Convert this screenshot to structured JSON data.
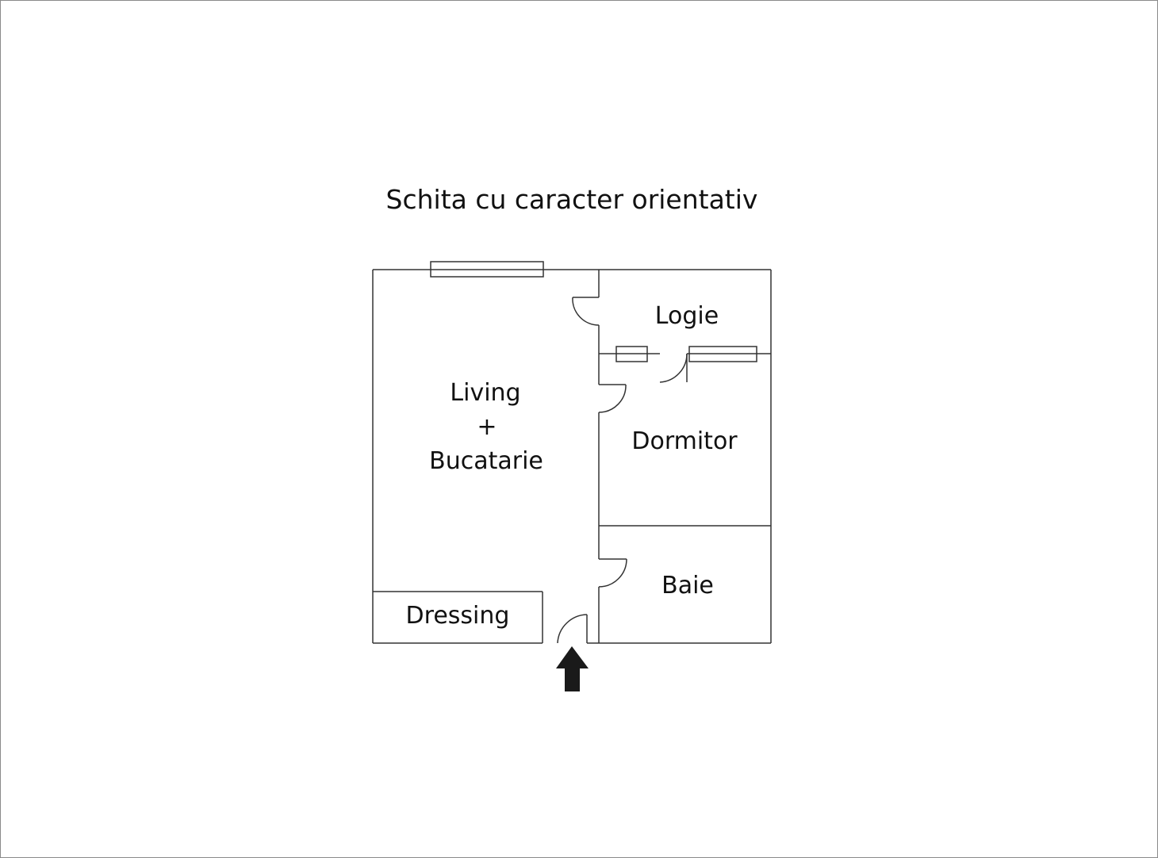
{
  "title": "Schita cu caracter orientativ",
  "rooms": {
    "logie": "Logie",
    "living_line1": "Living",
    "living_line2": "+",
    "living_line3": "Bucatarie",
    "dormitor": "Dormitor",
    "baie": "Baie",
    "dressing": "Dressing"
  },
  "colors": {
    "wall": "#333333",
    "text": "#111111",
    "arrow": "#1a1a1a"
  },
  "icons": {
    "entrance": "entrance-arrow-icon"
  }
}
